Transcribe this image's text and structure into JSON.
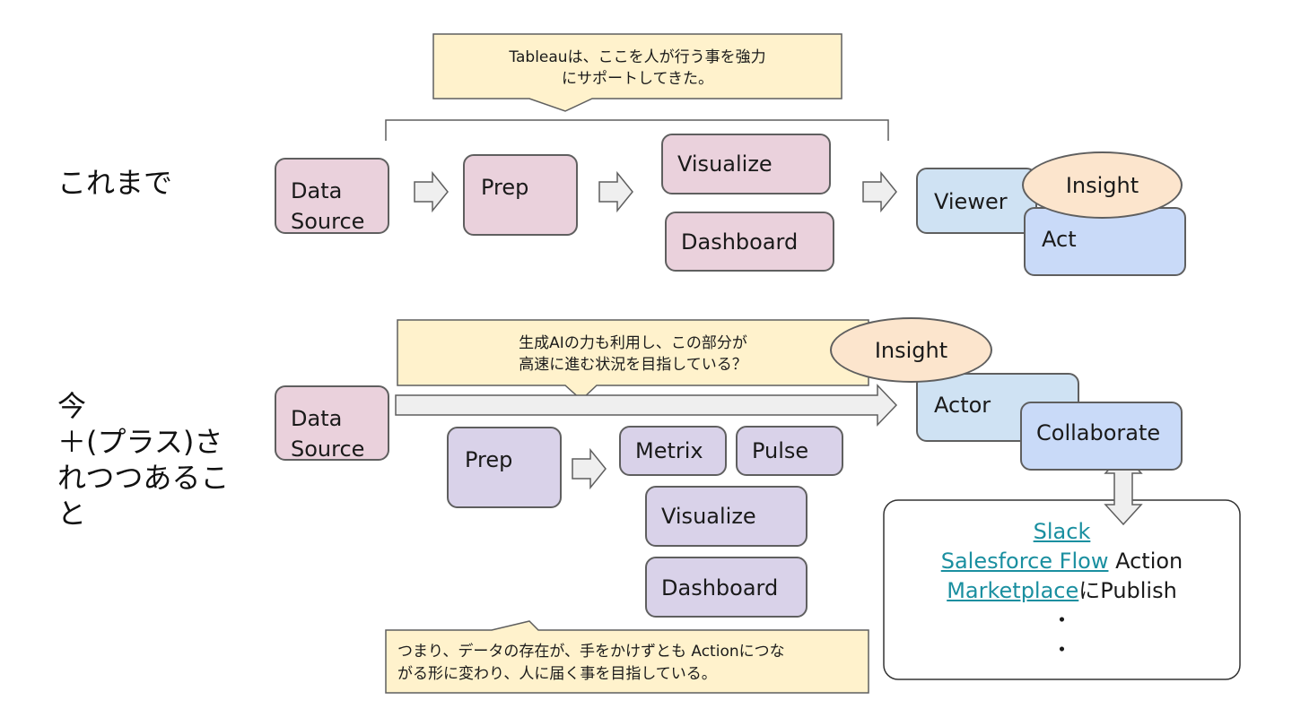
{
  "top": {
    "label": "これまで",
    "callout_line1": "Tableauは、ここを人が行う事を強力",
    "callout_line2": "にサポートしてきた。",
    "data_source_line1": "Data",
    "data_source_line2": "Source",
    "prep": "Prep",
    "visualize": "Visualize",
    "dashboard": "Dashboard",
    "viewer": "Viewer",
    "insight": "Insight",
    "act": "Act"
  },
  "bottom": {
    "label_line1": "今",
    "label_line2": "＋(プラス)さ",
    "label_line3": "れつつあるこ",
    "label_line4": "と",
    "callout_line1": "生成AIの力も利用し、この部分が",
    "callout_line2": "高速に進む状況を目指している？",
    "data_source_line1": "Data",
    "data_source_line2": "Source",
    "insight": "Insight",
    "actor": "Actor",
    "collaborate": "Collaborate",
    "prep": "Prep",
    "metrix": "Metrix",
    "pulse": "Pulse",
    "visualize": "Visualize",
    "dashboard": "Dashboard",
    "bottom_note_line1": "つまり、データの存在が、手をかけずとも Actionにつな",
    "bottom_note_line2": "がる形に変わり、人に届く事を目指している。",
    "targets": {
      "slack": "Slack",
      "salesforce_flow": "Salesforce Flow",
      "action": "Action",
      "marketplace": "Marketplace",
      "publish": "にPublish",
      "dot1": "・",
      "dot2": "・"
    }
  },
  "colors": {
    "pink": "#ead1dc",
    "purple": "#d9d2e9",
    "light_blue": "#cfe2f3",
    "blue": "#c9daf8",
    "peach": "#fce5cd",
    "callout": "#fff2cc",
    "arrow_fill": "#efefef",
    "link": "#1a8fa0"
  }
}
